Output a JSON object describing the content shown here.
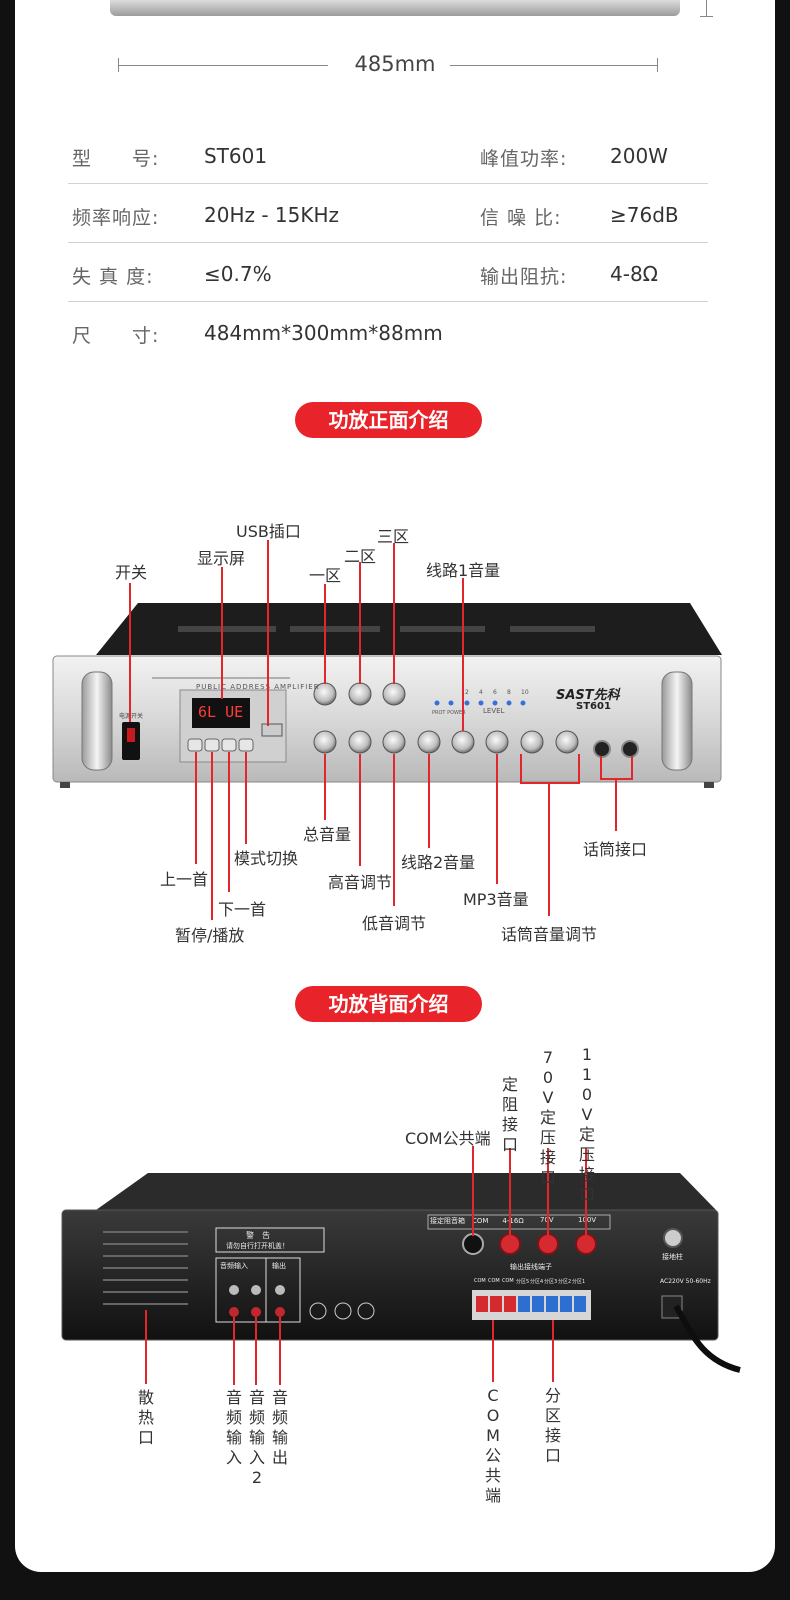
{
  "dimension": {
    "width_label": "485mm"
  },
  "specs": {
    "model": {
      "label": "型　　号:",
      "value": "ST601"
    },
    "peak_power": {
      "label": "峰值功率:",
      "value": "200W"
    },
    "freq_response": {
      "label": "频率响应:",
      "value": "20Hz - 15KHz"
    },
    "snr": {
      "label": "信 噪 比:",
      "value": "≥76dB"
    },
    "distortion": {
      "label": "失 真 度:",
      "value": "≤0.7%"
    },
    "output_impedance": {
      "label": "输出阻抗:",
      "value": "4-8Ω"
    },
    "size": {
      "label": "尺　　寸:",
      "value": "484mm*300mm*88mm"
    }
  },
  "front": {
    "section_title": "功放正面介绍",
    "panel": {
      "brand": "SAST先科",
      "model": "ST601",
      "header": "PUBLIC ADDRESS AMPLIFIER",
      "display": "6L UE",
      "level": "LEVEL",
      "level_marks": [
        "2",
        "4",
        "6",
        "8",
        "10"
      ],
      "power_label": "PROT POWER",
      "switch_label": "电源开关"
    },
    "labels": {
      "switch": "开关",
      "display": "显示屏",
      "usb": "USB插口",
      "zone1": "一区",
      "zone2": "二区",
      "zone3": "三区",
      "line1_volume": "线路1音量",
      "master_volume": "总音量",
      "mode": "模式切换",
      "prev": "上一首",
      "next": "下一首",
      "play_pause": "暂停/播放",
      "treble": "高音调节",
      "bass": "低音调节",
      "line2_volume": "线路2音量",
      "mp3_volume": "MP3音量",
      "mic_volume": "话筒音量调节",
      "mic_jack": "话筒接口"
    }
  },
  "back": {
    "section_title": "功放背面介绍",
    "panel": {
      "warning_title": "警　告",
      "warning_text": "请勿自行打开机盖！",
      "audio_in": "音频输入",
      "audio_out": "输出",
      "speaker_label": "接定阻音箱　COM　　4-16Ω",
      "v70": "70V",
      "v100": "100V",
      "terminal_label": "输出接线端子",
      "terminal_marks": [
        "COM",
        "COM",
        "COM",
        "分区5",
        "分区4",
        "分区3",
        "分区2",
        "分区1"
      ],
      "ground": "接地柱",
      "ac": "AC220V 50-60Hz"
    },
    "labels": {
      "com_top": "COM公共端",
      "fixed_impedance": "定阻接口",
      "v70_port": "70V定压接口",
      "v110_port": "110V定压接口",
      "heat_sink": "散热口",
      "audio_in1": "音频输入",
      "audio_in2": "音频输入2",
      "audio_out": "音频输出",
      "com_bottom": "COM公共端",
      "zone_port": "分区接口"
    }
  }
}
